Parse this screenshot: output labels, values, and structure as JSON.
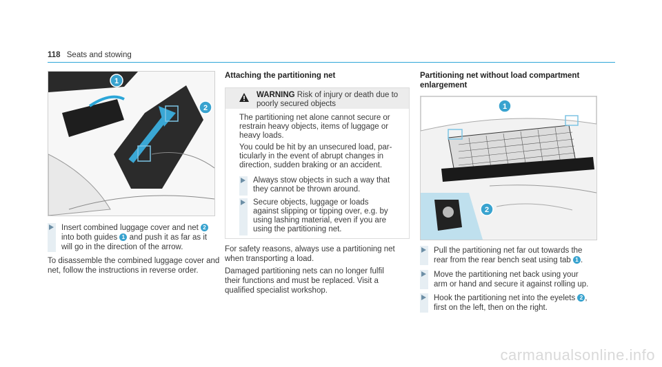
{
  "header": {
    "page_number": "118",
    "section": "Seats and stowing"
  },
  "left": {
    "figure_callouts": [
      "1",
      "2"
    ],
    "step": {
      "line1_a": "Insert combined luggage cover and net",
      "line2_a": "into both guides",
      "line2_b": "and push it as far as it",
      "line3": "will go in the direction of the arrow.",
      "badge_a": "2",
      "badge_b": "1"
    },
    "para_line1": "To disassemble the combined luggage cover and",
    "para_line2": "net, follow the instructions in reverse order."
  },
  "middle": {
    "heading": "Attaching the partitioning net",
    "warning": {
      "label": "WARNING",
      "head_line1": "Risk of injury or death due to",
      "head_line2": "poorly secured objects",
      "body": [
        "The partitioning net alone cannot secure or",
        "restrain heavy objects, items of luggage or",
        "heavy loads.",
        "You could be hit by an unsecured load, par-",
        "ticularly in the event of abrupt changes in",
        "direction, sudden braking or an accident."
      ],
      "step1": [
        "Always stow objects in such a way that",
        "they cannot be thrown around."
      ],
      "step2": [
        "Secure objects, luggage or loads",
        "against slipping or tipping over, e.g. by",
        "using lashing material, even if you are",
        "using the partitioning net."
      ]
    },
    "paragraphs": [
      "For safety reasons, always use a partitioning net",
      "when transporting a load.",
      "Damaged partitioning nets can no longer fulfil",
      "their functions and must be replaced. Visit a",
      "qualified specialist workshop."
    ]
  },
  "right": {
    "heading_line1": "Partitioning net without load compartment",
    "heading_line2": "enlargement",
    "figure_callouts": [
      "1",
      "2"
    ],
    "step1": {
      "line1": "Pull the partitioning net far out towards the",
      "line2_a": "rear from the rear bench seat using tab",
      "badge": "1",
      "line2_b": "."
    },
    "step2": {
      "line1": "Move the partitioning net back using your",
      "line2": "arm or hand and secure it against rolling up."
    },
    "step3": {
      "line1_a": "Hook the partitioning net into the eyelets",
      "badge": "2",
      "line1_b": ",",
      "line2": "first on the left, then on the right."
    }
  },
  "watermark": "carmanualsonline.info",
  "colors": {
    "accent": "#2ca6d8",
    "badge": "#39a3cf",
    "step_bar": "#e6eef3"
  }
}
